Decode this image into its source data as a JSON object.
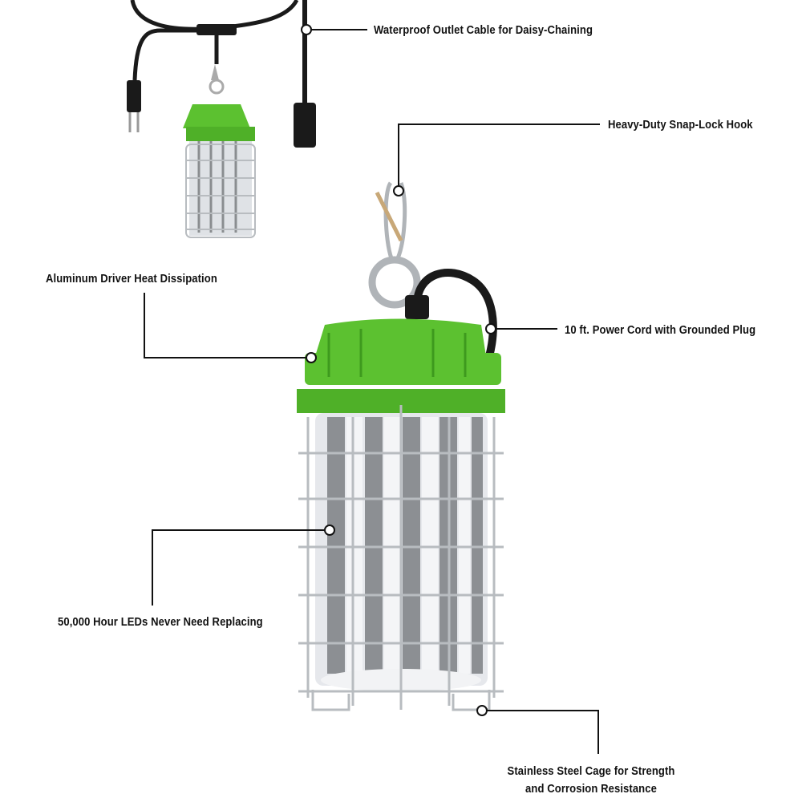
{
  "callouts": {
    "outlet_cable": "Waterproof Outlet Cable for Daisy-Chaining",
    "hook": "Heavy-Duty Snap-Lock Hook",
    "heat": "Aluminum Driver Heat Dissipation",
    "cord": "10 ft. Power Cord with Grounded Plug",
    "leds": "50,000 Hour LEDs Never Need Replacing",
    "cage_line1": "Stainless Steel Cage for Strength",
    "cage_line2": "and Corrosion Resistance"
  },
  "colors": {
    "housing": "#5cc130",
    "cord": "#1a1a1a",
    "steel": "#b8bcc0"
  }
}
